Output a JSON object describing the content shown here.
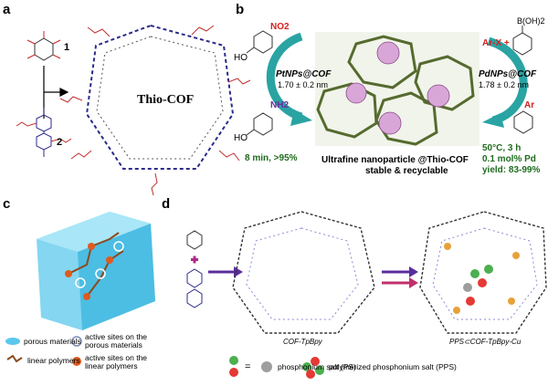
{
  "panels": {
    "a": {
      "letter": "a",
      "label_1": "1",
      "label_2": "2",
      "cof_name": "Thio-COF"
    },
    "b": {
      "letter": "b",
      "left_catalyst": "PtNPs@COF",
      "left_size": "1.70 ± 0.2 nm",
      "left_reactant_group": "NO2",
      "left_product_group": "NH2",
      "left_result": "8 min, >95%",
      "right_catalyst": "PdNPs@COF",
      "right_size": "1.78 ± 0.2 nm",
      "right_reactant": "Ar-X +",
      "right_boronic": "B(OH)2",
      "right_product_group": "Ar",
      "right_conditions": [
        "50°C, 3 h",
        "0.1 mol% Pd",
        "yield: 83-99%"
      ],
      "center_title": "Ultrafine nanoparticle @Thio-COF",
      "center_subtitle": "stable & recyclable",
      "ho_label": "HO"
    },
    "c": {
      "letter": "c",
      "legend": [
        {
          "label": "porous materials"
        },
        {
          "label": "active sites on the porous materials"
        },
        {
          "label": "linear polymers"
        },
        {
          "label": "active sites on the linear polymers"
        }
      ]
    },
    "d": {
      "letter": "d",
      "cof_left": "COF-TpBpy",
      "cof_right": "PPS⊂COF-TpBpy-Cu",
      "legend_ps": "phosphonium salt (PS)",
      "legend_pps": "polymerized phosphonium salt (PPS)",
      "eq_sign": "="
    }
  },
  "colors": {
    "nitro_red": "#d62020",
    "amine_purple": "#6a2ca0",
    "green_text": "#1f6b1f",
    "teal_arrow": "#2aa3a3",
    "cube_blue": "#5ac8ec",
    "purple_arrow": "#5b2d9c"
  }
}
